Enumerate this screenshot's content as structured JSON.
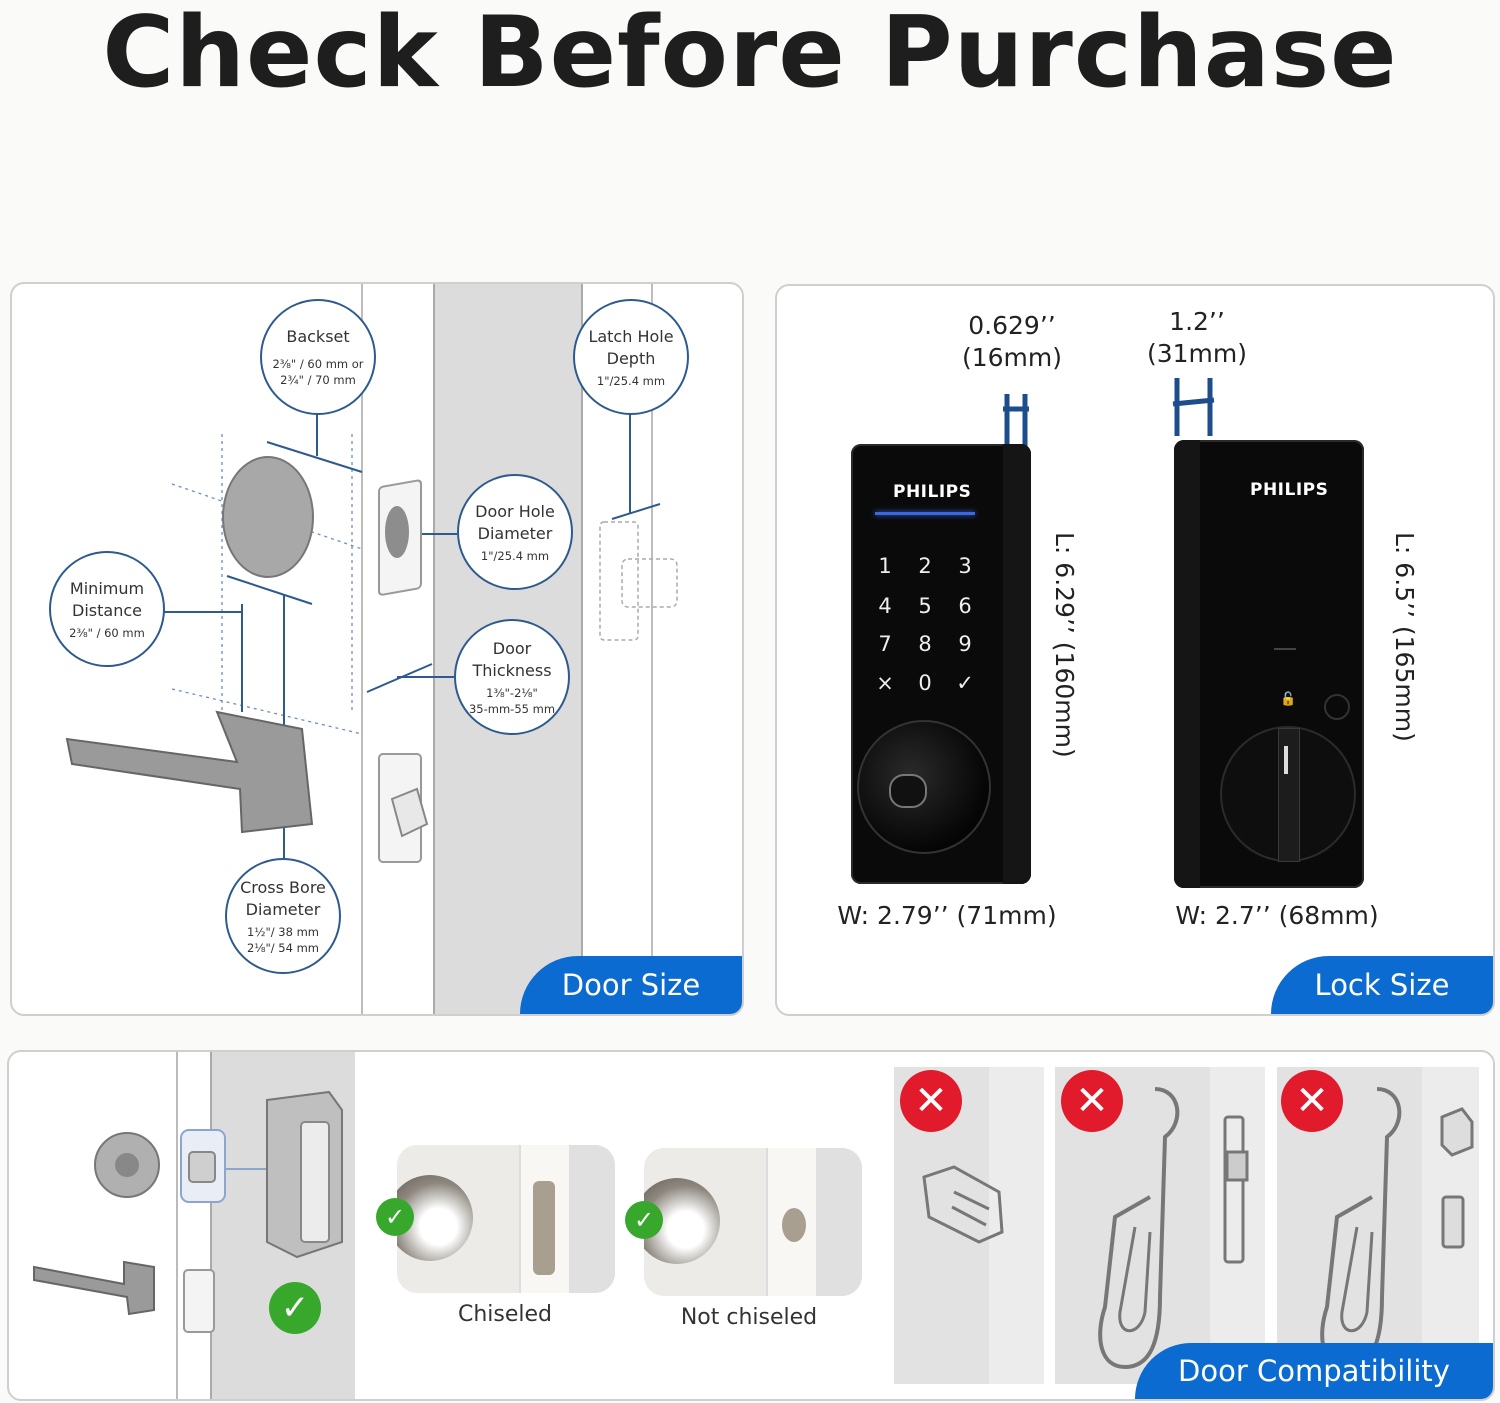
{
  "title": "Check Before Purchase",
  "colors": {
    "accent": "#0b6bd0",
    "callout_border": "#2d5a8f",
    "ok": "#38a82d",
    "error": "#e11b2b"
  },
  "door_size": {
    "tag": "Door Size",
    "backset": {
      "title": "Backset",
      "v1": "2⅜\" / 60 mm or",
      "v2": "2¾\" / 70 mm"
    },
    "latch_hole_depth": {
      "title1": "Latch Hole",
      "title2": "Depth",
      "v1": "1\"/25.4 mm"
    },
    "door_hole_diameter": {
      "title1": "Door Hole",
      "title2": "Diameter",
      "v1": "1\"/25.4 mm"
    },
    "minimum_distance": {
      "title1": "Minimum",
      "title2": "Distance",
      "v1": "2⅜\" / 60 mm"
    },
    "door_thickness": {
      "title1": "Door",
      "title2": "Thickness",
      "v1": "1⅜\"-2⅛\"",
      "v2": "35-mm-55 mm"
    },
    "cross_bore_diameter": {
      "title1": "Cross Bore",
      "title2": "Diameter",
      "v1": "1½\"/ 38 mm",
      "v2": "2⅛\"/ 54 mm"
    }
  },
  "lock_size": {
    "tag": "Lock Size",
    "brand": "PHILIPS",
    "front": {
      "depth1": "0.629’’",
      "depth2": "(16mm)",
      "length": "L: 6.29’’ (160mm)",
      "width": "W: 2.79’’ (71mm)"
    },
    "back": {
      "depth1": "1.2’’",
      "depth2": "(31mm)",
      "length": "L: 6.5’’ (165mm)",
      "width": "W: 2.7’’ (68mm)"
    },
    "keypad": [
      "1",
      "2",
      "3",
      "4",
      "5",
      "6",
      "7",
      "8",
      "9",
      "×",
      "0",
      "✓"
    ]
  },
  "door_compatibility": {
    "tag": "Door Compatibility",
    "chiseled": "Chiseled",
    "not_chiseled": "Not chiseled"
  }
}
